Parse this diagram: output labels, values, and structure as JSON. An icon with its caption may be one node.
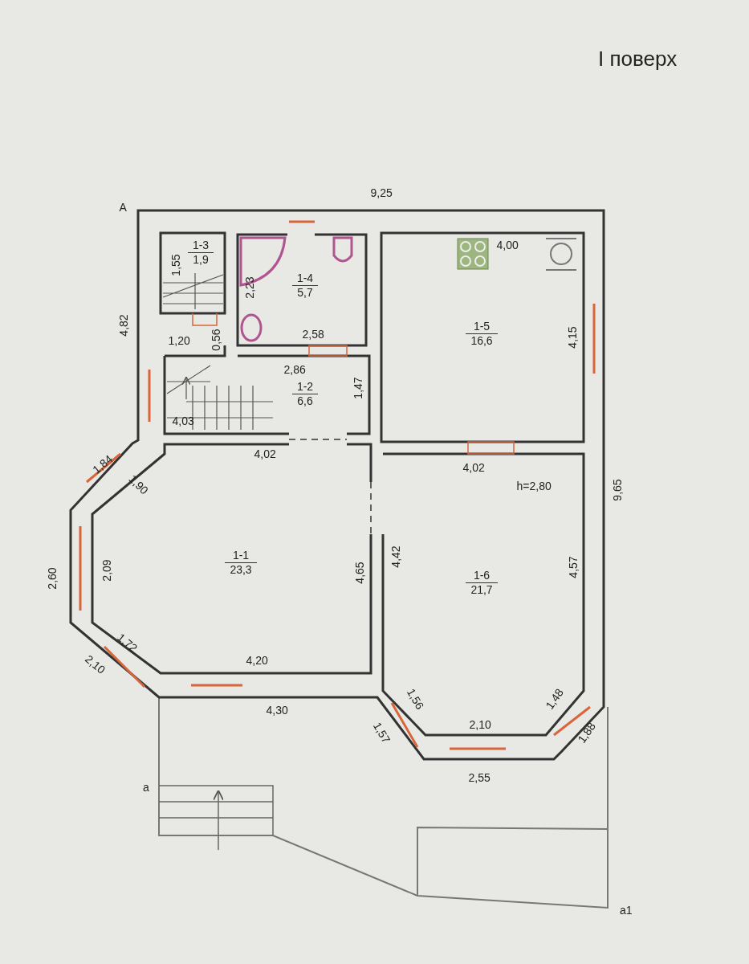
{
  "diagram": {
    "title": "I поверх",
    "nodes": [
      {
        "text": [
          "1-3",
          "1,9"
        ]
      },
      {
        "text": [
          "1-4",
          "5,7"
        ]
      },
      {
        "text": [
          "1-5",
          "16,6"
        ]
      },
      {
        "text": [
          "1-2",
          "6,6"
        ]
      },
      {
        "text": [
          "1-1",
          "23,3"
        ]
      },
      {
        "text": [
          "1-6",
          "21,7"
        ]
      }
    ],
    "labels": [
      "A",
      "9,25",
      "1,55",
      "2,23",
      "4,00",
      "4,82",
      "1,20",
      "0,56",
      "2,58",
      "4,15",
      "2,86",
      "1,47",
      "4,03",
      "1,84",
      "4,02",
      "4,02",
      "1,90",
      "h=2,80",
      "9,65",
      "2,60",
      "2,09",
      "4,65",
      "4,42",
      "4,57",
      "1,72",
      "4,20",
      "2,10",
      "4,30",
      "1,56",
      "1,48",
      "1,57",
      "2,10",
      "1,88",
      "2,55",
      "a",
      "a1"
    ]
  }
}
